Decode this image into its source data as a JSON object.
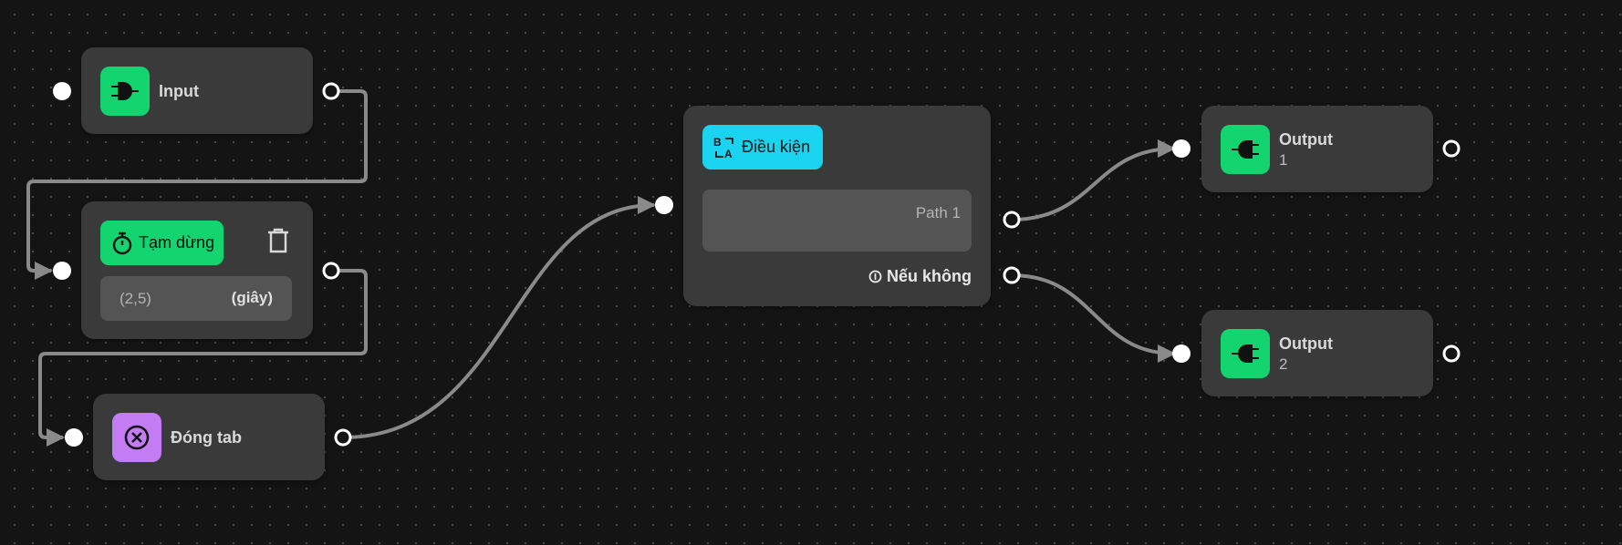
{
  "nodes": {
    "input": {
      "title": "Input"
    },
    "pause": {
      "title": "Tạm dừng",
      "value": "(2,5)",
      "unit": "(giây)"
    },
    "close_tab": {
      "title": "Đóng tab"
    },
    "condition": {
      "title": "Điều kiện",
      "path_label": "Path 1",
      "else_label": "Nếu không"
    },
    "output1": {
      "title": "Output",
      "index": "1"
    },
    "output2": {
      "title": "Output",
      "index": "2"
    }
  },
  "icons": {
    "input": "logic-gate-icon",
    "pause": "stopwatch-icon",
    "delete": "trash-icon",
    "close_tab": "close-circle-icon",
    "condition": "ab-swap-icon",
    "output": "logic-gate-reverse-icon",
    "info": "info-icon"
  },
  "colors": {
    "background": "#141414",
    "node": "#3a3a3a",
    "green": "#13d46f",
    "purple": "#c47cf5",
    "cyan": "#1ad3ef",
    "edge": "#8a8a8a"
  }
}
